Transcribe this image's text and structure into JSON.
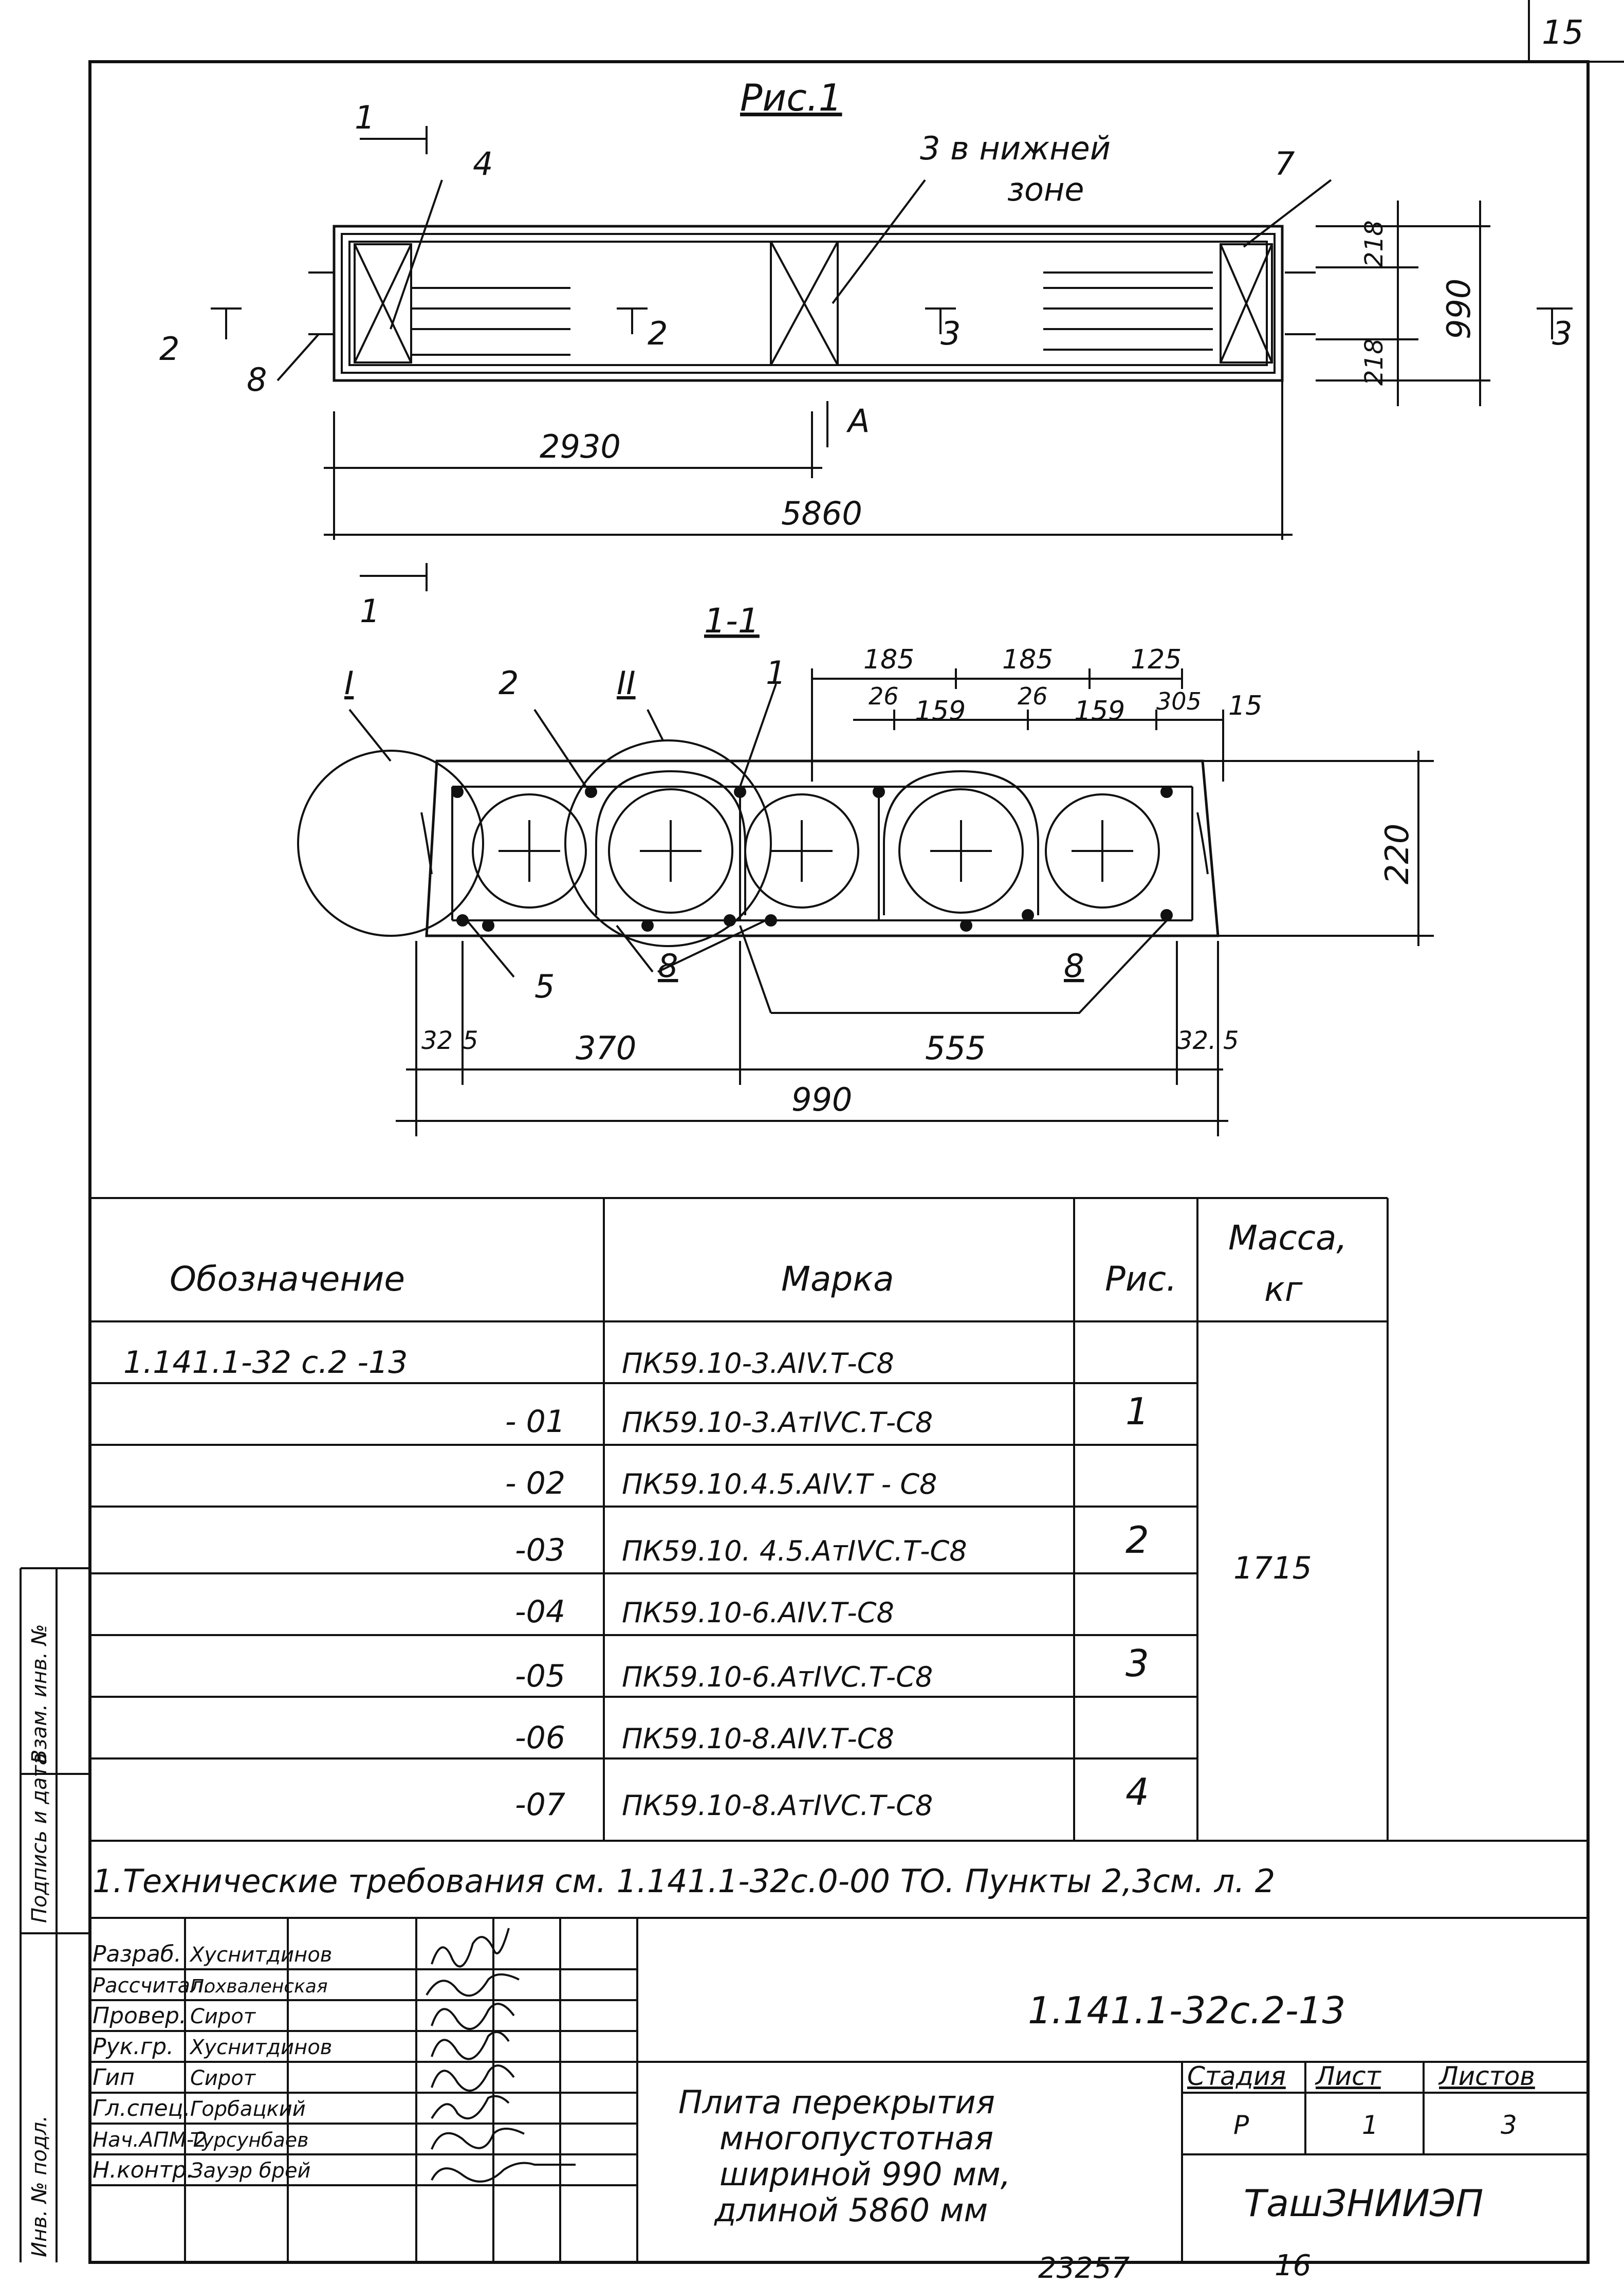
{
  "page_number": "15",
  "figure": {
    "title": "Рис.1",
    "callouts": {
      "c1": "1",
      "c4": "4",
      "c3": "3 в нижней",
      "c3b": "зоне",
      "c7": "7",
      "c8": "8",
      "c2": "2",
      "c3s": "3"
    },
    "dims_top": {
      "d2930": "2930",
      "d5860": "5860",
      "d218a": "218",
      "d218b": "218",
      "d990": "990",
      "view_a": "A",
      "sec3": "3"
    },
    "section_title": "1-1",
    "section_marks": {
      "I": "I",
      "II": "II",
      "m2": "2",
      "m1": "1",
      "m5": "5",
      "m8a": "8",
      "m8b": "8"
    },
    "dims_section": {
      "d185a": "185",
      "d185b": "185",
      "d125": "125",
      "d26a": "26",
      "d159a": "159",
      "d26b": "26",
      "d159b": "159",
      "d305": "305",
      "d15": "15",
      "d220": "220",
      "d32a": "32",
      "d5a": "5",
      "d370": "370",
      "d555": "555",
      "d32b": "32.",
      "d5b": "5",
      "d990b": "990"
    }
  },
  "table": {
    "headers": {
      "designation": "Обозначение",
      "mark": "Марка",
      "fig": "Рис.",
      "mass": "Масса,",
      "mass_unit": "кг"
    },
    "rows": [
      {
        "designation": "1.141.1-32 с.2 -13",
        "mark": "ПК59.10-3.АIV.Т-С8"
      },
      {
        "designation": "- 01",
        "mark": "ПК59.10-3.АтIVС.Т-С8"
      },
      {
        "designation": "- 02",
        "mark": "ПК59.10.4.5.АIV.Т - С8"
      },
      {
        "designation": "-03",
        "mark": "ПК59.10. 4.5.АтIVС.Т-С8"
      },
      {
        "designation": "-04",
        "mark": "ПК59.10-6.АIV.Т-С8"
      },
      {
        "designation": "-05",
        "mark": "ПК59.10-6.АтIVС.Т-С8"
      },
      {
        "designation": "-06",
        "mark": "ПК59.10-8.АIV.Т-С8"
      },
      {
        "designation": "-07",
        "mark": "ПК59.10-8.АтIVС.Т-С8"
      }
    ],
    "figs": [
      "1",
      "2",
      "3",
      "4"
    ],
    "mass": "1715"
  },
  "note": "1.Технические требования см. 1.141.1-32с.0-00 ТО. Пункты 2,3см. л. 2",
  "title_block": {
    "roles": [
      {
        "role": "Разраб.",
        "name": "Хуснитдинов"
      },
      {
        "role": "Рассчитал.",
        "name": "Похваленская"
      },
      {
        "role": "Провер.",
        "name": "Сирот"
      },
      {
        "role": "Рук.гр.",
        "name": "Хуснитдинов"
      },
      {
        "role": "Гип",
        "name": "Сирот"
      },
      {
        "role": "Гл.спец.",
        "name": "Горбацкий"
      },
      {
        "role": "Нач.АПМ-2",
        "name": "Турсунбаев"
      },
      {
        "role": "Н.контр.",
        "name": "Зауэр брей"
      }
    ],
    "code": "1.141.1-32с.2-13",
    "title_lines": [
      "Плита перекрытия",
      "многопустотная",
      "шириной 990 мм,",
      "длиной 5860 мм"
    ],
    "stage_label": "Стадия",
    "sheet_label": "Лист",
    "sheets_label": "Листов",
    "stage": "Р",
    "sheet": "1",
    "sheets": "3",
    "org": "ТашЗНИИЭП"
  },
  "side_stamp": [
    "Инв. № подл.",
    "Подпись и дата",
    "Взам. инв. №"
  ],
  "footer": {
    "number": "23257",
    "page": "16"
  }
}
